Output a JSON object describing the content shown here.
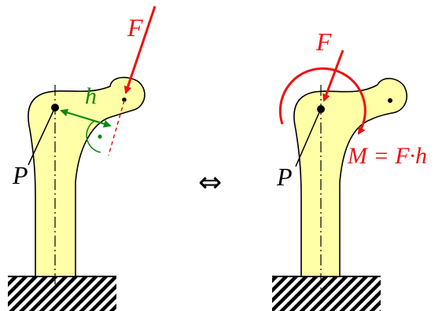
{
  "left": {
    "force_label": "F",
    "point_label": "P",
    "lever_arm_label": "h"
  },
  "equivalence_symbol": "⇔",
  "right": {
    "force_label": "F",
    "point_label": "P",
    "moment_label": "M = F·h"
  },
  "colors": {
    "bone_fill": "#ffffa8",
    "outline": "#000000",
    "force": "#ee1111",
    "lever_arm": "#118811"
  }
}
